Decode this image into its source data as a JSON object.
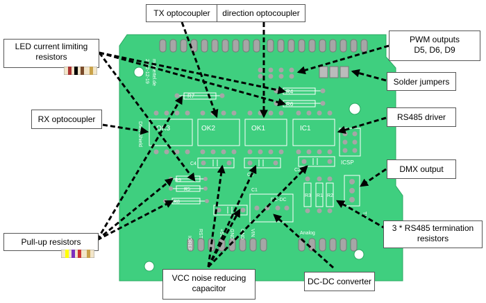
{
  "callouts": {
    "led_resistors": {
      "line1": "LED current  limiting",
      "line2": "resistors"
    },
    "tx_opto": "TX optocoupler",
    "dir_opto": "direction optocoupler",
    "pwm": {
      "line1": "PWM outputs",
      "line2": "D5, D6, D9"
    },
    "jumpers": "Solder jumpers",
    "rx_opto": "RX optocoupler",
    "rs485": "RS485 driver",
    "dmx": "DMX output",
    "termination": {
      "line1": "3 * RS485 termination",
      "line2": "resistors"
    },
    "pullup": "Pull-up resistors",
    "vcc_cap": {
      "line1": "VCC noise reducing",
      "line2": "capacitor"
    },
    "dcdc": "DC-DC converter"
  },
  "pcb": {
    "chip_labels": {
      "ok3": "OK3",
      "ok2": "OK2",
      "ok1": "OK1",
      "ic1": "IC1"
    },
    "resistor_labels": {
      "r7": "R7",
      "r4": "R4",
      "r6": "R6",
      "r9": "R9",
      "r5": "R5",
      "r8": "R8",
      "r3": "R3",
      "r1": "R1",
      "r2": "R2"
    },
    "cap_labels": {
      "c4": "C4",
      "c3": "C3",
      "c2": "C2",
      "c1": "C1"
    },
    "icsp": "ICSP",
    "analog": "Analog",
    "dcdc_silk": "DC-DC",
    "ioref": "IOREF",
    "rst": "RST",
    "v5": "+5V",
    "gnd1": "GND",
    "gnd2": "GND",
    "vin": "VIN",
    "tx": "TX",
    "board_name": "DMX Shield",
    "board_date": "2012-12-19",
    "board_author": "mathertel.de"
  },
  "colors": {
    "board": "#3fcf7f",
    "silk": "#ffffff",
    "pad": "#a6a6a6",
    "arrow": "#000000"
  }
}
